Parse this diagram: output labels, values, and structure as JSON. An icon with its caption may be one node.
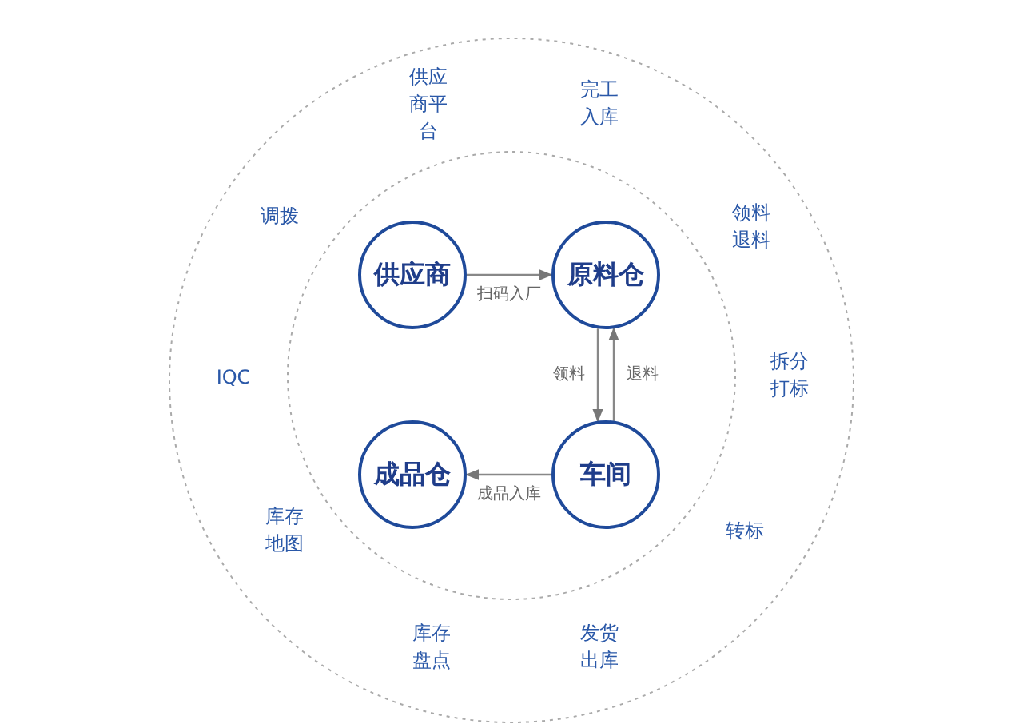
{
  "diagram": {
    "nodes": [
      {
        "text": [
          "供应商"
        ]
      },
      {
        "text": [
          "原料仓"
        ]
      },
      {
        "text": [
          "成品仓"
        ]
      },
      {
        "text": [
          "车间"
        ]
      }
    ],
    "edges": [
      {
        "from": 0,
        "to": 1,
        "arrow": "to",
        "label": "扫码入厂"
      },
      {
        "from": 1,
        "to": 3,
        "arrow": "to",
        "label": "领料"
      },
      {
        "from": 3,
        "to": 1,
        "arrow": "to",
        "label": "退料"
      },
      {
        "from": 3,
        "to": 2,
        "arrow": "to",
        "label": "成品入库"
      }
    ],
    "labels": [
      "供应商平台",
      "完工入库",
      "调拨",
      "领料退料",
      "IQC",
      "拆分打标",
      "库存地图",
      "转标",
      "库存盘点",
      "发货出库"
    ]
  }
}
